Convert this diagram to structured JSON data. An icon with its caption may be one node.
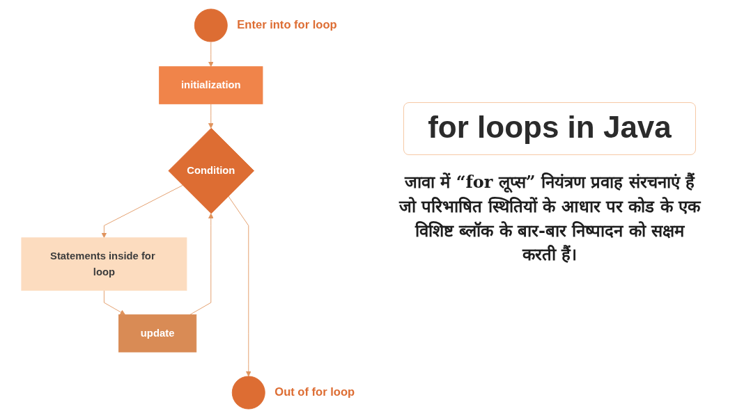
{
  "diagram": {
    "title": "for loops in Java",
    "nodes": [
      {
        "text": [],
        "shape": "circle",
        "beside": [
          "Enter into for loop"
        ]
      },
      {
        "text": [
          "initialization"
        ]
      },
      {
        "text": [
          "Condition"
        ]
      },
      {
        "text": [
          "Statements inside for loop"
        ]
      },
      {
        "text": [
          "update"
        ]
      },
      {
        "text": [],
        "shape": "circle",
        "beside": [
          "Out of for loop"
        ]
      }
    ],
    "edges": [
      {
        "from": 0,
        "to": 1,
        "arrow": "to"
      },
      {
        "from": 1,
        "to": 2,
        "arrow": "to"
      },
      {
        "from": 2,
        "to": 3,
        "arrow": "to"
      },
      {
        "from": 3,
        "to": 4,
        "arrow": "to"
      },
      {
        "from": 4,
        "to": 2,
        "arrow": "to"
      },
      {
        "from": 2,
        "to": 5,
        "arrow": "to"
      }
    ],
    "labels": [
      "जावा में “for लूप्स” नियंत्रण प्रवाह संरचनाएं हैं जो परिभाषित स्थितियों के आधार पर कोड के एक विशिष्ट ब्लॉक के बार-बार निष्पादन को सक्षम करती हैं।"
    ]
  }
}
